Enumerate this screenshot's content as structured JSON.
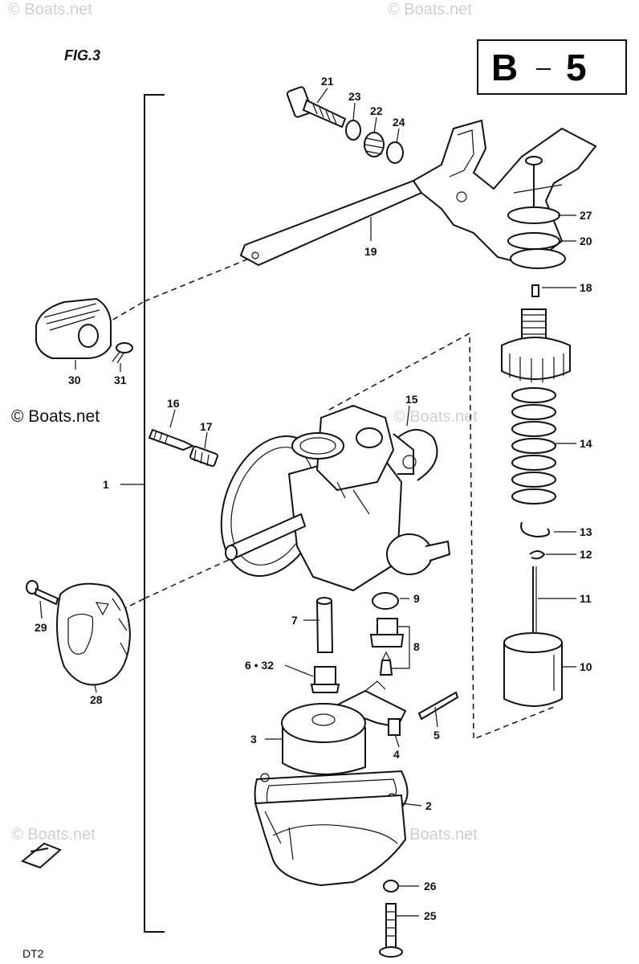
{
  "figure_label": "FIG.3",
  "section_box": {
    "letter": "B",
    "number": "5"
  },
  "watermarks": [
    "© Boats.net",
    "© Boats.net",
    "© Boats.net",
    "© Boats.net",
    "© Boats.net",
    "© Boats.net"
  ],
  "footer_code": "DT2",
  "callouts": {
    "c1": "1",
    "c2": "2",
    "c3": "3",
    "c4": "4",
    "c5": "5",
    "c6": "6 • 32",
    "c7": "7",
    "c8": "8",
    "c9": "9",
    "c10": "10",
    "c11": "11",
    "c12": "12",
    "c13": "13",
    "c14": "14",
    "c15": "15",
    "c16": "16",
    "c17": "17",
    "c18": "18",
    "c19": "19",
    "c20": "20",
    "c21": "21",
    "c22": "22",
    "c23": "23",
    "c24": "24",
    "c25": "25",
    "c26": "26",
    "c27": "27",
    "c28": "28",
    "c29": "29",
    "c30": "30",
    "c31": "31"
  },
  "colors": {
    "ink": "#111111",
    "watermark": "#cfcfcf",
    "background": "#ffffff"
  }
}
